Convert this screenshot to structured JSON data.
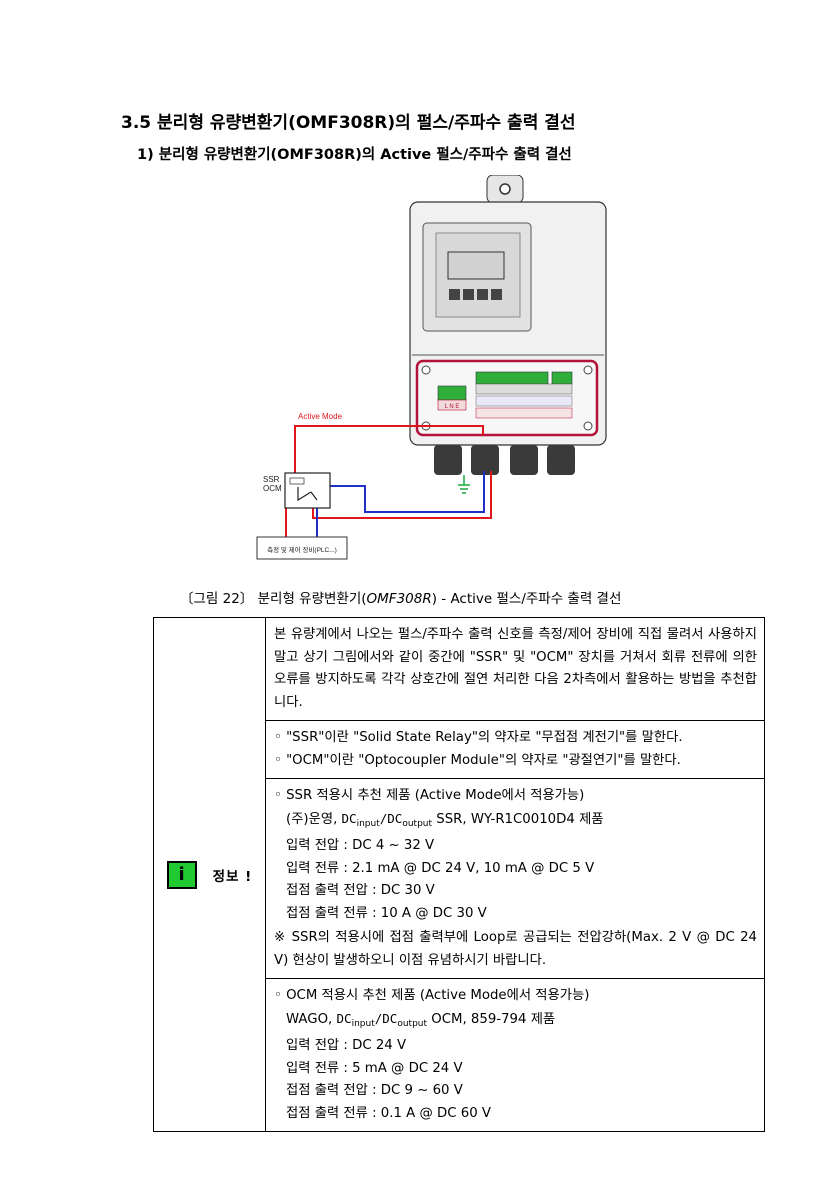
{
  "heading": "3.5 분리형 유량변환기(OMF308R)의 펄스/주파수 출력 결선",
  "subheading": "1) 분리형 유량변환기(OMF308R)의 Active 펄스/주파수 출력 결선",
  "diagram": {
    "active_mode_label": "Active Mode",
    "ssr_label": "SSR",
    "ocm_label": "OCM",
    "device_label": "측정 및 제어 장비(PLC...)",
    "terminal_lne": "L  N  E",
    "colors": {
      "red": "#e0161b",
      "blue": "#1f2fc7",
      "pcb_border": "#b3123a",
      "terminal": "#2fae3a",
      "ground": "#14a83c"
    }
  },
  "caption": {
    "prefix": "〔그림 22〕 분리형 유량변환기(",
    "model": "OMF308R",
    "suffix": ") - Active 펄스/주파수 출력 결선"
  },
  "info": {
    "side_icon": "i",
    "side_label": "정보 !",
    "intro": "본 유량계에서 나오는 펄스/주파수 출력 신호를 측정/제어 장비에 직접 물려서 사용하지 말고 상기 그림에서와 같이 중간에 \"SSR\" 및 \"OCM\" 장치를 거쳐서 회류 전류에 의한 오류를 방지하도록 각각 상호간에 절연 처리한 다음 2차측에서 활용하는 방법을 추천합니다.",
    "defs": [
      "◦ \"SSR\"이란 \"Solid State Relay\"의 약자로 \"무접점 계전기\"를 말한다.",
      "◦ \"OCM\"이란 \"Optocoupler Module\"의 약자로 \"광절연기\"를 말한다."
    ],
    "ssr": {
      "title": "◦ SSR 적용시 추천 제품 (Active Mode에서 적용가능)",
      "product_prefix": "(주)운영, ",
      "dc": "DC",
      "sub_input": "input",
      "slash": "/",
      "sub_output": "output",
      "product_suffix": " SSR, WY-R1C0010D4 제품",
      "specs": [
        "입력 전압 : DC 4 ~ 32 V",
        "입력 전류 : 2.1 mA @ DC 24 V, 10 mA @ DC 5 V",
        "접점 출력 전압 : DC 30 V",
        "접점 출력 전류 : 10 A @ DC 30 V"
      ],
      "note": "※ SSR의 적용시에 접점 출력부에 Loop로 공급되는 전압강하(Max. 2 V @ DC 24 V) 현상이 발생하오니 이점 유념하시기 바랍니다."
    },
    "ocm": {
      "title": "◦ OCM 적용시 추천 제품 (Active Mode에서 적용가능)",
      "product_prefix": "WAGO, ",
      "dc": "DC",
      "sub_input": "input",
      "slash": "/",
      "sub_output": "output",
      "product_suffix": " OCM, 859-794 제품",
      "specs": [
        "입력 전압 : DC 24 V",
        "입력 전류 : 5 mA @ DC 24 V",
        "접점 출력 전압 : DC 9 ~ 60 V",
        "접점 출력 전류 : 0.1 A @ DC 60 V"
      ]
    }
  }
}
